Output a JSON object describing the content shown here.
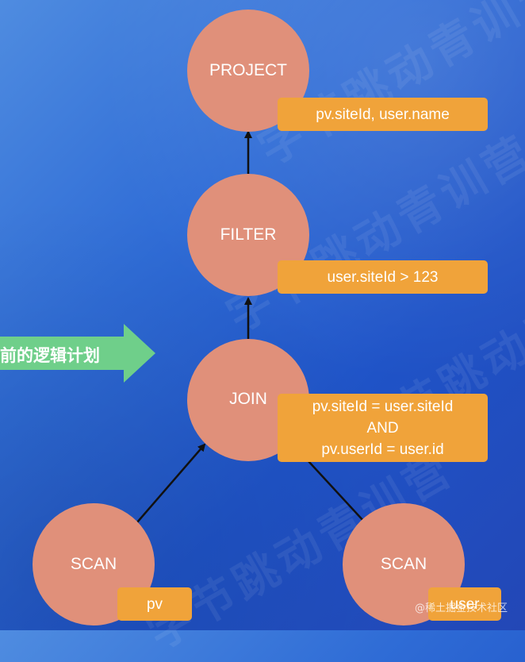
{
  "watermark_text": "字节跳动青训营",
  "side_arrow_text": "前的逻辑计划",
  "colors": {
    "node": "#e0907a",
    "label": "#f0a33a",
    "arrow": "#6fcf8a",
    "edge": "#111111"
  },
  "nodes": {
    "project": "PROJECT",
    "filter": "FILTER",
    "join": "JOIN",
    "scan_left": "SCAN",
    "scan_right": "SCAN"
  },
  "labels": {
    "project": "pv.siteId, user.name",
    "filter": "user.siteId > 123",
    "join": [
      "pv.siteId = user.siteId",
      "AND",
      "pv.userId = user.id"
    ],
    "scan_left": "pv",
    "scan_right": "user"
  },
  "credit": "@稀土掘金技术社区"
}
